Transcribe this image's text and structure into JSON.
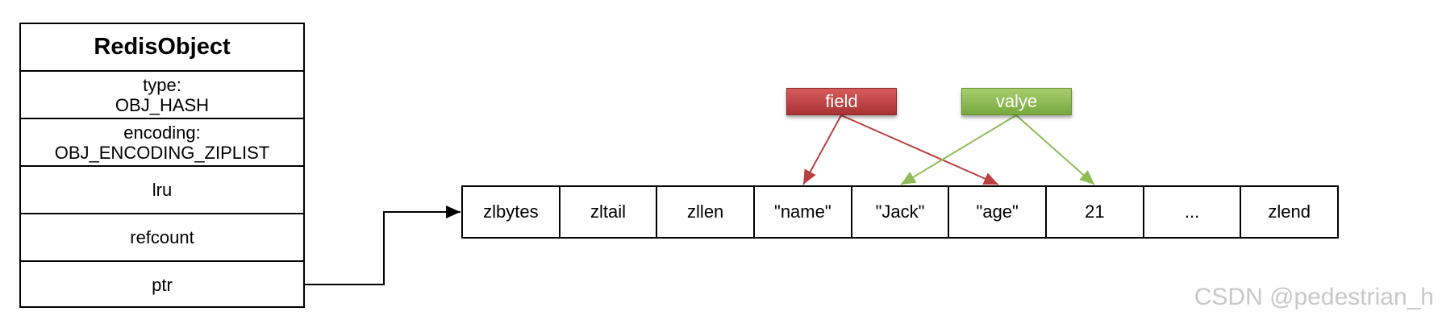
{
  "redis_object": {
    "title": "RedisObject",
    "type_label": "type:",
    "type_value": "OBJ_HASH",
    "encoding_label": "encoding:",
    "encoding_value": "OBJ_ENCODING_ZIPLIST",
    "lru": "lru",
    "refcount": "refcount",
    "ptr": "ptr"
  },
  "ziplist": {
    "cells": [
      "zlbytes",
      "zltail",
      "zllen",
      "\"name\"",
      "\"Jack\"",
      "\"age\"",
      "21",
      "...",
      "zlend"
    ]
  },
  "labels": {
    "field": "field",
    "value": "valye"
  },
  "colors": {
    "field": "#b94040",
    "value": "#8fbc55"
  },
  "watermark": "CSDN @pedestrian_h"
}
